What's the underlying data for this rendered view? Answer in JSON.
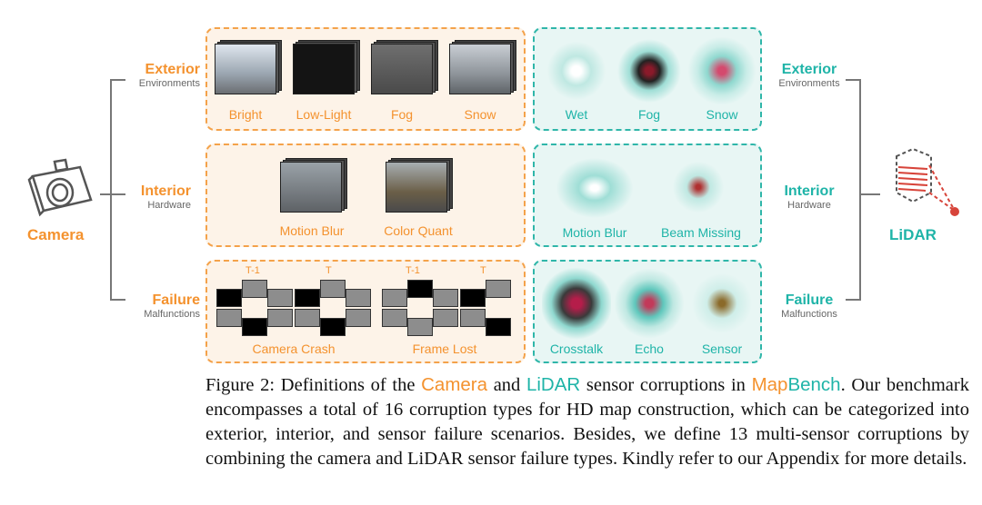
{
  "colors": {
    "camera": "#f4922e",
    "lidar": "#1fb4a8",
    "sub": "#666666"
  },
  "camera": {
    "title": "Camera",
    "rows": [
      {
        "title": "Exterior",
        "subtitle": "Environments",
        "items": [
          "Bright",
          "Low-Light",
          "Fog",
          "Snow"
        ]
      },
      {
        "title": "Interior",
        "subtitle": "Hardware",
        "items": [
          "Motion Blur",
          "Color Quant"
        ]
      },
      {
        "title": "Failure",
        "subtitle": "Malfunctions",
        "items": [
          "Camera Crash",
          "Frame Lost"
        ],
        "frame_labels": [
          "T-1",
          "T",
          "T-1",
          "T"
        ]
      }
    ]
  },
  "lidar": {
    "title": "LiDAR",
    "rows": [
      {
        "title": "Exterior",
        "subtitle": "Environments",
        "items": [
          "Wet",
          "Fog",
          "Snow"
        ]
      },
      {
        "title": "Interior",
        "subtitle": "Hardware",
        "items": [
          "Motion Blur",
          "Beam Missing"
        ]
      },
      {
        "title": "Failure",
        "subtitle": "Malfunctions",
        "items": [
          "Crosstalk",
          "Echo",
          "Sensor"
        ]
      }
    ]
  },
  "caption": {
    "prefix": "Figure 2: Definitions of the ",
    "camera_word": "Camera",
    "mid1": " and ",
    "lidar_word": "LiDAR",
    "mid2": " sensor corruptions in ",
    "bench_map": "Map",
    "bench_rest": "Bench",
    "rest": ". Our benchmark encompasses a total of 16 corruption types for HD map construction, which can be categorized into exterior, interior, and sensor failure scenarios. Besides, we define 13 multi-sensor corruptions by combining the camera and LiDAR sensor failure types. Kindly refer to our Appendix for more details."
  }
}
